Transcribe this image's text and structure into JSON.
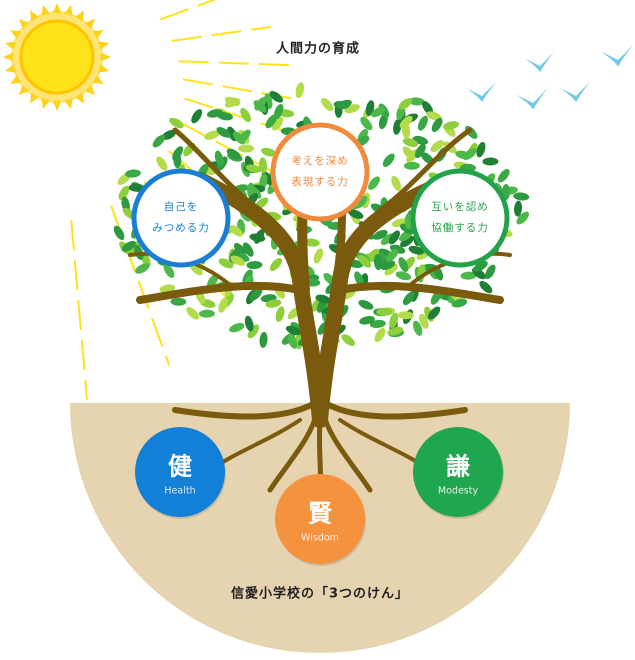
{
  "title": "人間力の育成",
  "abilities": [
    {
      "line1": "自己を",
      "line2": "みつめる力",
      "color": "#1a7fd4"
    },
    {
      "line1": "考えを深め",
      "line2": "表現する力",
      "color": "#f08a3c"
    },
    {
      "line1": "互いを認め",
      "line2": "協働する力",
      "color": "#23a24a"
    }
  ],
  "virtues": [
    {
      "kanji": "健",
      "english": "Health",
      "color": "#1380d8"
    },
    {
      "kanji": "賢",
      "english": "Wisdom",
      "color": "#f5923e"
    },
    {
      "kanji": "謙",
      "english": "Modesty",
      "color": "#21a650"
    }
  ],
  "footer": "信愛小学校の「3つのけん」",
  "colors": {
    "ground": "#e6d3b0",
    "trunk": "#7a5a0c",
    "sun": "#ffe21a",
    "bird": "#6fcbe6"
  }
}
